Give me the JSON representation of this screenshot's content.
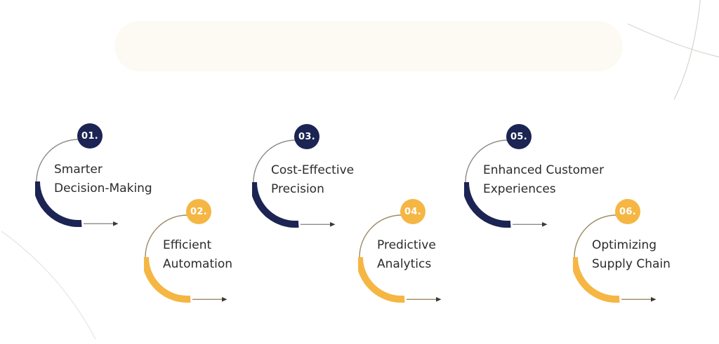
{
  "figure": {
    "description": "Six-step numbered infographic with curved arc connectors and arrows",
    "banner_text": ""
  },
  "colors": {
    "navy": "#1b2453",
    "yellow": "#f5b643",
    "connector_gray": "#8f8b84",
    "connector_tan": "#9c8a62",
    "label_text": "#2b2b2b",
    "badge_text": "#ffffff",
    "banner_fill": "#fdfaf4",
    "decor_line": "#d8d5cf",
    "decor_line_faint": "#e6e4e0"
  },
  "items": [
    {
      "number": "01.",
      "accent": "navy",
      "title_lines": [
        "Smarter",
        "Decision-Making"
      ]
    },
    {
      "number": "02.",
      "accent": "yellow",
      "title_lines": [
        "Efficient",
        "Automation"
      ]
    },
    {
      "number": "03.",
      "accent": "navy",
      "title_lines": [
        "Cost-Effective",
        "Precision"
      ]
    },
    {
      "number": "04.",
      "accent": "yellow",
      "title_lines": [
        "Predictive",
        "Analytics"
      ]
    },
    {
      "number": "05.",
      "accent": "navy",
      "title_lines": [
        "Enhanced Customer",
        "Experiences"
      ]
    },
    {
      "number": "06.",
      "accent": "yellow",
      "title_lines": [
        "Optimizing",
        "Supply Chain"
      ]
    }
  ]
}
